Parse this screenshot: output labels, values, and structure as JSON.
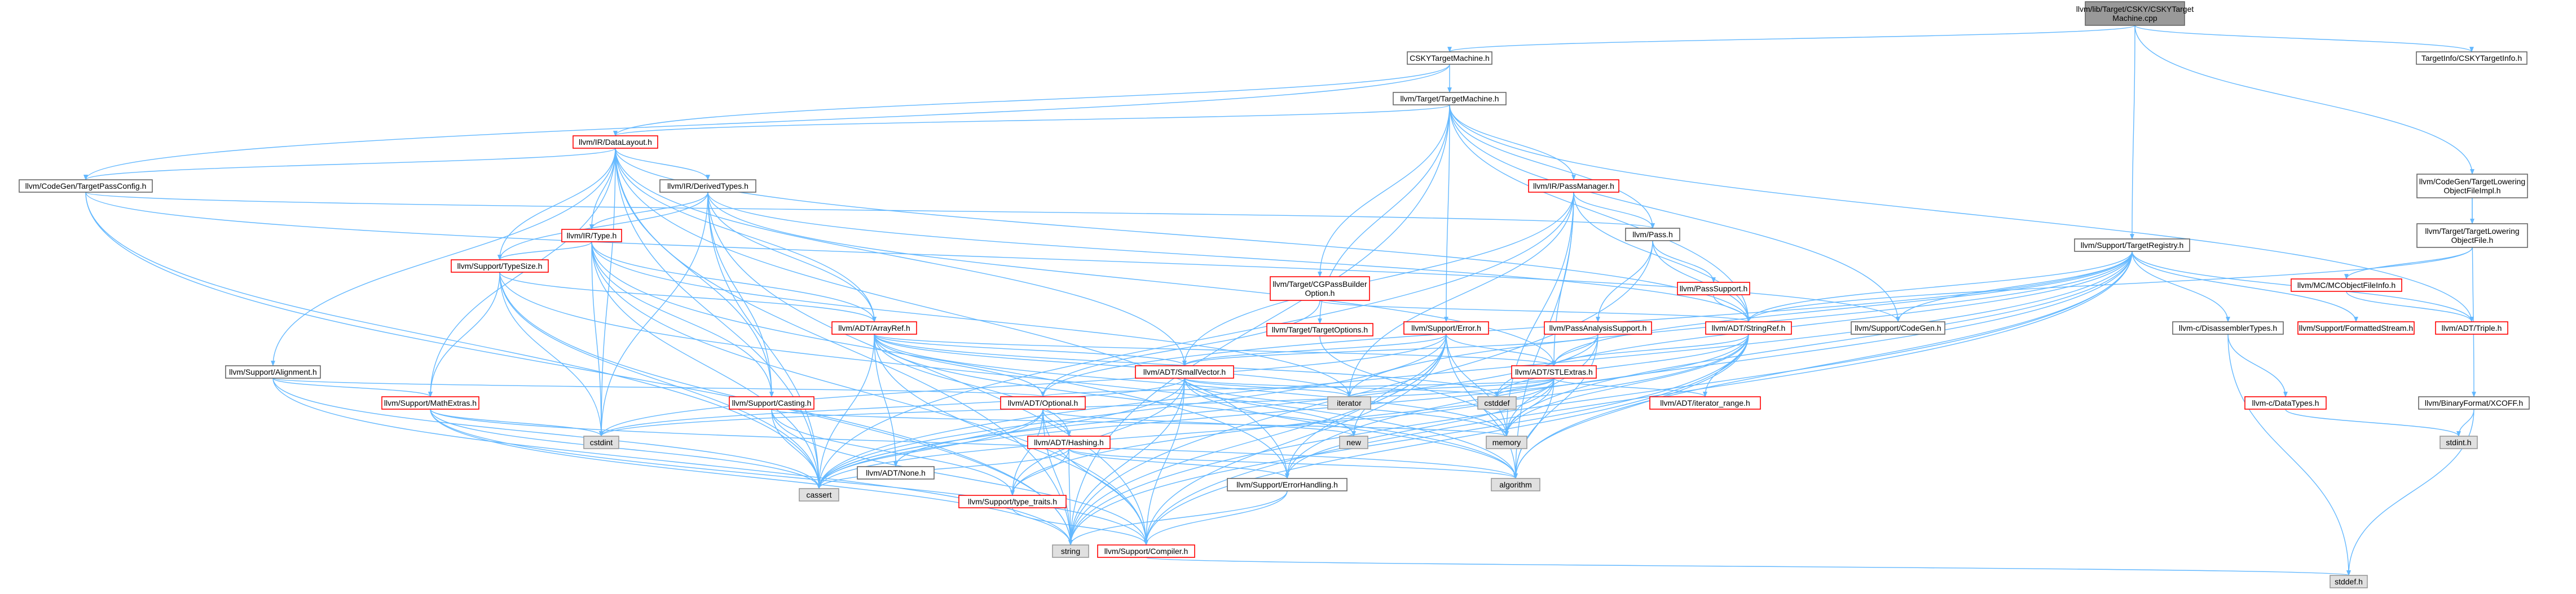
{
  "colors": {
    "root_fill": "#999999",
    "normal_fill": "#ffffff",
    "normal_border": "#666666",
    "incomplete_border": "#ff0000",
    "external_fill": "#e0e0e0",
    "external_border": "#999999",
    "edge": "#63b8ff"
  },
  "nodes": [
    {
      "id": "root",
      "lines": [
        "llvm/lib/Target/CSKY/CSKYTarget",
        "Machine.cpp"
      ],
      "kind": "root"
    },
    {
      "id": "cskytm",
      "lines": [
        "CSKYTargetMachine.h"
      ],
      "kind": "normal"
    },
    {
      "id": "targetinfo",
      "lines": [
        "TargetInfo/CSKYTargetInfo.h"
      ],
      "kind": "normal"
    },
    {
      "id": "tm",
      "lines": [
        "llvm/Target/TargetMachine.h"
      ],
      "kind": "normal"
    },
    {
      "id": "datalayout",
      "lines": [
        "llvm/IR/DataLayout.h"
      ],
      "kind": "incomplete"
    },
    {
      "id": "tlof",
      "lines": [
        "llvm/CodeGen/TargetLowering",
        "ObjectFileImpl.h"
      ],
      "kind": "normal"
    },
    {
      "id": "tpc",
      "lines": [
        "llvm/CodeGen/TargetPassConfig.h"
      ],
      "kind": "normal"
    },
    {
      "id": "derived",
      "lines": [
        "llvm/IR/DerivedTypes.h"
      ],
      "kind": "normal"
    },
    {
      "id": "passmgr",
      "lines": [
        "llvm/IR/PassManager.h"
      ],
      "kind": "incomplete"
    },
    {
      "id": "pass",
      "lines": [
        "llvm/Pass.h"
      ],
      "kind": "normal"
    },
    {
      "id": "ttlof",
      "lines": [
        "llvm/Target/TargetLowering",
        "ObjectFile.h"
      ],
      "kind": "normal"
    },
    {
      "id": "type",
      "lines": [
        "llvm/IR/Type.h"
      ],
      "kind": "incomplete"
    },
    {
      "id": "typesize",
      "lines": [
        "llvm/Support/TypeSize.h"
      ],
      "kind": "incomplete"
    },
    {
      "id": "cgpbo",
      "lines": [
        "llvm/Target/CGPassBuilder",
        "Option.h"
      ],
      "kind": "incomplete"
    },
    {
      "id": "passsupport",
      "lines": [
        "llvm/PassSupport.h"
      ],
      "kind": "incomplete"
    },
    {
      "id": "registry",
      "lines": [
        "llvm/Support/TargetRegistry.h"
      ],
      "kind": "normal"
    },
    {
      "id": "mcobj",
      "lines": [
        "llvm/MC/MCObjectFileInfo.h"
      ],
      "kind": "incomplete"
    },
    {
      "id": "arrayref",
      "lines": [
        "llvm/ADT/ArrayRef.h"
      ],
      "kind": "incomplete"
    },
    {
      "id": "targetopts",
      "lines": [
        "llvm/Target/TargetOptions.h"
      ],
      "kind": "incomplete"
    },
    {
      "id": "error",
      "lines": [
        "llvm/Support/Error.h"
      ],
      "kind": "incomplete"
    },
    {
      "id": "pas",
      "lines": [
        "llvm/PassAnalysisSupport.h"
      ],
      "kind": "incomplete"
    },
    {
      "id": "stringref",
      "lines": [
        "llvm/ADT/StringRef.h"
      ],
      "kind": "incomplete"
    },
    {
      "id": "codegen",
      "lines": [
        "llvm/Support/CodeGen.h"
      ],
      "kind": "normal"
    },
    {
      "id": "disasm",
      "lines": [
        "llvm-c/DisassemblerTypes.h"
      ],
      "kind": "normal"
    },
    {
      "id": "fstream",
      "lines": [
        "llvm/Support/FormattedStream.h"
      ],
      "kind": "incomplete"
    },
    {
      "id": "triple",
      "lines": [
        "llvm/ADT/Triple.h"
      ],
      "kind": "incomplete"
    },
    {
      "id": "alignment",
      "lines": [
        "llvm/Support/Alignment.h"
      ],
      "kind": "normal"
    },
    {
      "id": "smallvector",
      "lines": [
        "llvm/ADT/SmallVector.h"
      ],
      "kind": "incomplete"
    },
    {
      "id": "stlextras",
      "lines": [
        "llvm/ADT/STLExtras.h"
      ],
      "kind": "incomplete"
    },
    {
      "id": "mathextras",
      "lines": [
        "llvm/Support/MathExtras.h"
      ],
      "kind": "incomplete"
    },
    {
      "id": "casting",
      "lines": [
        "llvm/Support/Casting.h"
      ],
      "kind": "incomplete"
    },
    {
      "id": "optional",
      "lines": [
        "llvm/ADT/Optional.h"
      ],
      "kind": "incomplete"
    },
    {
      "id": "iterator",
      "lines": [
        "iterator"
      ],
      "kind": "external"
    },
    {
      "id": "cstddef",
      "lines": [
        "cstddef"
      ],
      "kind": "external"
    },
    {
      "id": "itrange",
      "lines": [
        "llvm/ADT/iterator_range.h"
      ],
      "kind": "incomplete"
    },
    {
      "id": "datatypes",
      "lines": [
        "llvm-c/DataTypes.h"
      ],
      "kind": "incomplete"
    },
    {
      "id": "xcoff",
      "lines": [
        "llvm/BinaryFormat/XCOFF.h"
      ],
      "kind": "normal"
    },
    {
      "id": "cstdint",
      "lines": [
        "cstdint"
      ],
      "kind": "external"
    },
    {
      "id": "hashing",
      "lines": [
        "llvm/ADT/Hashing.h"
      ],
      "kind": "incomplete"
    },
    {
      "id": "new",
      "lines": [
        "new"
      ],
      "kind": "external"
    },
    {
      "id": "memory",
      "lines": [
        "memory"
      ],
      "kind": "external"
    },
    {
      "id": "stdinth",
      "lines": [
        "stdint.h"
      ],
      "kind": "external"
    },
    {
      "id": "none",
      "lines": [
        "llvm/ADT/None.h"
      ],
      "kind": "normal"
    },
    {
      "id": "errhandling",
      "lines": [
        "llvm/Support/ErrorHandling.h"
      ],
      "kind": "normal"
    },
    {
      "id": "algorithm",
      "lines": [
        "algorithm"
      ],
      "kind": "external"
    },
    {
      "id": "cassert",
      "lines": [
        "cassert"
      ],
      "kind": "external"
    },
    {
      "id": "typetraits",
      "lines": [
        "llvm/Support/type_traits.h"
      ],
      "kind": "incomplete"
    },
    {
      "id": "string",
      "lines": [
        "string"
      ],
      "kind": "external"
    },
    {
      "id": "compiler",
      "lines": [
        "llvm/Support/Compiler.h"
      ],
      "kind": "incomplete"
    },
    {
      "id": "stddefh",
      "lines": [
        "stddef.h"
      ],
      "kind": "external"
    }
  ],
  "edges": [
    [
      "root",
      "cskytm"
    ],
    [
      "root",
      "targetinfo"
    ],
    [
      "root",
      "tlof"
    ],
    [
      "root",
      "registry"
    ],
    [
      "cskytm",
      "tm"
    ],
    [
      "cskytm",
      "datalayout"
    ],
    [
      "cskytm",
      "tpc"
    ],
    [
      "tm",
      "datalayout"
    ],
    [
      "tm",
      "passmgr"
    ],
    [
      "tm",
      "pass"
    ],
    [
      "tm",
      "cgpbo"
    ],
    [
      "tm",
      "targetopts"
    ],
    [
      "tm",
      "error"
    ],
    [
      "tm",
      "stringref"
    ],
    [
      "tm",
      "codegen"
    ],
    [
      "tm",
      "triple"
    ],
    [
      "tm",
      "string"
    ],
    [
      "datalayout",
      "derived"
    ],
    [
      "datalayout",
      "type"
    ],
    [
      "datalayout",
      "typesize"
    ],
    [
      "datalayout",
      "alignment"
    ],
    [
      "datalayout",
      "arrayref"
    ],
    [
      "datalayout",
      "smallvector"
    ],
    [
      "datalayout",
      "stringref"
    ],
    [
      "datalayout",
      "mathextras"
    ],
    [
      "datalayout",
      "casting"
    ],
    [
      "datalayout",
      "errhandling"
    ],
    [
      "datalayout",
      "cassert"
    ],
    [
      "datalayout",
      "cstdint"
    ],
    [
      "datalayout",
      "string"
    ],
    [
      "datalayout",
      "tpc"
    ],
    [
      "tpc",
      "pass"
    ],
    [
      "tpc",
      "codegen"
    ],
    [
      "tpc",
      "cassert"
    ],
    [
      "tpc",
      "string"
    ],
    [
      "derived",
      "type"
    ],
    [
      "derived",
      "arrayref"
    ],
    [
      "derived",
      "stlextras"
    ],
    [
      "derived",
      "stringref"
    ],
    [
      "derived",
      "casting"
    ],
    [
      "derived",
      "typesize"
    ],
    [
      "derived",
      "cassert"
    ],
    [
      "derived",
      "cstdint"
    ],
    [
      "derived",
      "compiler"
    ],
    [
      "type",
      "typesize"
    ],
    [
      "type",
      "arrayref"
    ],
    [
      "type",
      "casting"
    ],
    [
      "type",
      "cstdint"
    ],
    [
      "type",
      "iterator"
    ],
    [
      "type",
      "errhandling"
    ],
    [
      "type",
      "compiler"
    ],
    [
      "type",
      "cassert"
    ],
    [
      "typesize",
      "mathextras"
    ],
    [
      "typesize",
      "arrayref"
    ],
    [
      "typesize",
      "cstdint"
    ],
    [
      "typesize",
      "cassert"
    ],
    [
      "typesize",
      "algorithm"
    ],
    [
      "typesize",
      "string"
    ],
    [
      "passmgr",
      "pass"
    ],
    [
      "passmgr",
      "stringref"
    ],
    [
      "passmgr",
      "stlextras"
    ],
    [
      "passmgr",
      "smallvector"
    ],
    [
      "passmgr",
      "memory"
    ],
    [
      "passmgr",
      "algorithm"
    ],
    [
      "passmgr",
      "iterator"
    ],
    [
      "passmgr",
      "cassert"
    ],
    [
      "pass",
      "passsupport"
    ],
    [
      "pass",
      "pas"
    ],
    [
      "pass",
      "stringref"
    ],
    [
      "pass",
      "string"
    ],
    [
      "passsupport",
      "stringref"
    ],
    [
      "pas",
      "stlextras"
    ],
    [
      "pas",
      "smallvector"
    ],
    [
      "pas",
      "cassert"
    ],
    [
      "pas",
      "memory"
    ],
    [
      "pas",
      "algorithm"
    ],
    [
      "cgpbo",
      "optional"
    ],
    [
      "cgpbo",
      "stringref"
    ],
    [
      "targetopts",
      "memory"
    ],
    [
      "error",
      "stlextras"
    ],
    [
      "error",
      "smallvector"
    ],
    [
      "error",
      "errhandling"
    ],
    [
      "error",
      "compiler"
    ],
    [
      "error",
      "cstdint"
    ],
    [
      "error",
      "cassert"
    ],
    [
      "error",
      "memory"
    ],
    [
      "error",
      "new"
    ],
    [
      "error",
      "algorithm"
    ],
    [
      "error",
      "string"
    ],
    [
      "stringref",
      "stlextras"
    ],
    [
      "stringref",
      "itrange"
    ],
    [
      "stringref",
      "compiler"
    ],
    [
      "stringref",
      "cstddef"
    ],
    [
      "stringref",
      "algorithm"
    ],
    [
      "stringref",
      "string"
    ],
    [
      "stringref",
      "cassert"
    ],
    [
      "stringref",
      "memory"
    ],
    [
      "stringref",
      "typetraits"
    ],
    [
      "registry",
      "stringref"
    ],
    [
      "registry",
      "codegen"
    ],
    [
      "registry",
      "disasm"
    ],
    [
      "registry",
      "fstream"
    ],
    [
      "registry",
      "triple"
    ],
    [
      "registry",
      "stlextras"
    ],
    [
      "registry",
      "iterator"
    ],
    [
      "registry",
      "cstddef"
    ],
    [
      "registry",
      "memory"
    ],
    [
      "registry",
      "algorithm"
    ],
    [
      "registry",
      "errhandling"
    ],
    [
      "registry",
      "cassert"
    ],
    [
      "registry",
      "optional"
    ],
    [
      "registry",
      "string"
    ],
    [
      "registry",
      "compiler"
    ],
    [
      "tlof",
      "ttlof"
    ],
    [
      "tlof",
      "xcoff"
    ],
    [
      "ttlof",
      "mcobj"
    ],
    [
      "ttlof",
      "stringref"
    ],
    [
      "mcobj",
      "triple"
    ],
    [
      "disasm",
      "datatypes"
    ],
    [
      "disasm",
      "stddefh"
    ],
    [
      "datatypes",
      "stdinth"
    ],
    [
      "xcoff",
      "stdinth"
    ],
    [
      "xcoff",
      "stddefh"
    ],
    [
      "arrayref",
      "smallvector"
    ],
    [
      "arrayref",
      "stlextras"
    ],
    [
      "arrayref",
      "hashing"
    ],
    [
      "arrayref",
      "none"
    ],
    [
      "arrayref",
      "compiler"
    ],
    [
      "arrayref",
      "algorithm"
    ],
    [
      "arrayref",
      "iterator"
    ],
    [
      "arrayref",
      "memory"
    ],
    [
      "arrayref",
      "cassert"
    ],
    [
      "arrayref",
      "cstddef"
    ],
    [
      "arrayref",
      "optional"
    ],
    [
      "alignment",
      "mathextras"
    ],
    [
      "alignment",
      "optional"
    ],
    [
      "alignment",
      "cassert"
    ],
    [
      "alignment",
      "string"
    ],
    [
      "smallvector",
      "compiler"
    ],
    [
      "smallvector",
      "typetraits"
    ],
    [
      "smallvector",
      "algorithm"
    ],
    [
      "smallvector",
      "cassert"
    ],
    [
      "smallvector",
      "cstddef"
    ],
    [
      "smallvector",
      "cstdint"
    ],
    [
      "smallvector",
      "iterator"
    ],
    [
      "smallvector",
      "memory"
    ],
    [
      "smallvector",
      "new"
    ],
    [
      "smallvector",
      "string"
    ],
    [
      "stlextras",
      "optional"
    ],
    [
      "stlextras",
      "itrange"
    ],
    [
      "stlextras",
      "errhandling"
    ],
    [
      "stlextras",
      "cassert"
    ],
    [
      "stlextras",
      "cstddef"
    ],
    [
      "stlextras",
      "cstdint"
    ],
    [
      "stlextras",
      "iterator"
    ],
    [
      "stlextras",
      "memory"
    ],
    [
      "stlextras",
      "algorithm"
    ],
    [
      "mathextras",
      "compiler"
    ],
    [
      "mathextras",
      "cassert"
    ],
    [
      "mathextras",
      "algorithm"
    ],
    [
      "mathextras",
      "cstdint"
    ],
    [
      "mathextras",
      "string"
    ],
    [
      "casting",
      "compiler"
    ],
    [
      "casting",
      "typetraits"
    ],
    [
      "casting",
      "cassert"
    ],
    [
      "casting",
      "memory"
    ],
    [
      "optional",
      "hashing"
    ],
    [
      "optional",
      "none"
    ],
    [
      "optional",
      "compiler"
    ],
    [
      "optional",
      "typetraits"
    ],
    [
      "optional",
      "cassert"
    ],
    [
      "optional",
      "new"
    ],
    [
      "optional",
      "string"
    ],
    [
      "hashing",
      "errhandling"
    ],
    [
      "hashing",
      "typetraits"
    ],
    [
      "hashing",
      "algorithm"
    ],
    [
      "hashing",
      "cassert"
    ],
    [
      "hashing",
      "string"
    ],
    [
      "errhandling",
      "compiler"
    ],
    [
      "errhandling",
      "string"
    ],
    [
      "typetraits",
      "compiler"
    ],
    [
      "compiler",
      "stddefh"
    ]
  ]
}
